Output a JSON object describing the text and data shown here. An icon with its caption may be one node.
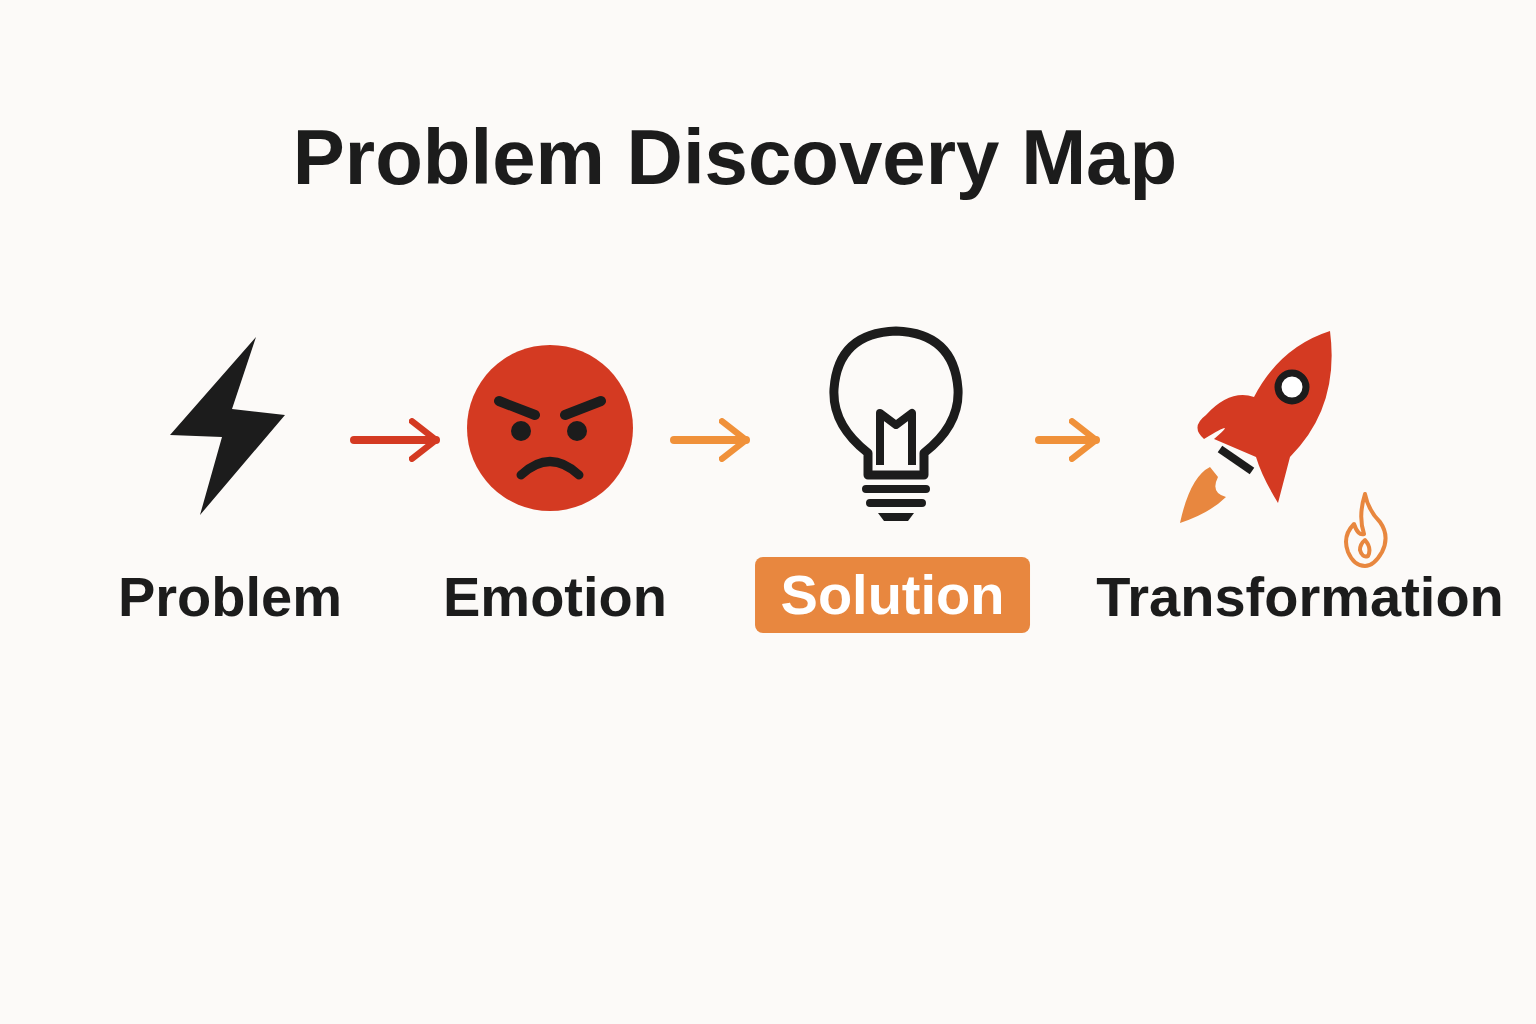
{
  "diagram": {
    "title": "Problem Discovery Map",
    "nodes": [
      {
        "text": [
          "Problem"
        ]
      },
      {
        "text": [
          "Emotion"
        ]
      },
      {
        "text": [
          "Solution"
        ]
      },
      {
        "text": [
          "Transformation"
        ]
      }
    ],
    "edges": [
      {
        "from": 0,
        "to": 1,
        "arrow": "to",
        "color": "#d43a22"
      },
      {
        "from": 1,
        "to": 2,
        "arrow": "to"
      },
      {
        "from": 2,
        "to": 3,
        "arrow": "to"
      }
    ]
  }
}
